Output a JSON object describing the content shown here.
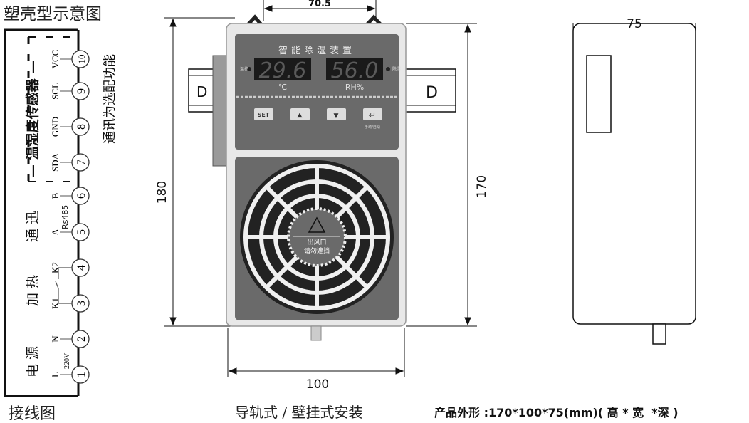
{
  "title": "塑壳型示意图",
  "wiring": {
    "caption": "接线图",
    "optional_note": "通讯为选配功能",
    "sensor_group": "— 温湿度传感器 —",
    "rs485": "Rs485",
    "voltage": "220V",
    "groups": [
      "电 源",
      "加 热",
      "通 迅"
    ],
    "terminals": [
      {
        "num": "1",
        "label": "L"
      },
      {
        "num": "2",
        "label": "N"
      },
      {
        "num": "3",
        "label": "K1"
      },
      {
        "num": "4",
        "label": "K2"
      },
      {
        "num": "5",
        "label": "A"
      },
      {
        "num": "6",
        "label": "B"
      },
      {
        "num": "7",
        "label": "SDA"
      },
      {
        "num": "8",
        "label": "GND"
      },
      {
        "num": "9",
        "label": "SCL"
      },
      {
        "num": "10",
        "label": "VCC"
      }
    ]
  },
  "device": {
    "panel_title": "智能除湿装置",
    "temp_value": "29.6",
    "temp_unit": "℃",
    "hum_value": "56.0",
    "hum_unit": "RH%",
    "left_led": "温控",
    "right_led": "除湿",
    "buttons": [
      "SET",
      "▲",
      "▼",
      "↵"
    ],
    "enter_caption": "手动/自动",
    "fan_label_1": "出风口",
    "fan_label_2": "请勿遮挡",
    "rail_mark": "D"
  },
  "dimensions": {
    "top": "70.5",
    "height_total": "180",
    "height_body": "170",
    "width": "100",
    "depth": "75"
  },
  "footer": {
    "mount": "导轨式 / 壁挂式安装",
    "size": "产品外形 :170*100*75(mm)( 高 * 宽  *深 )"
  }
}
